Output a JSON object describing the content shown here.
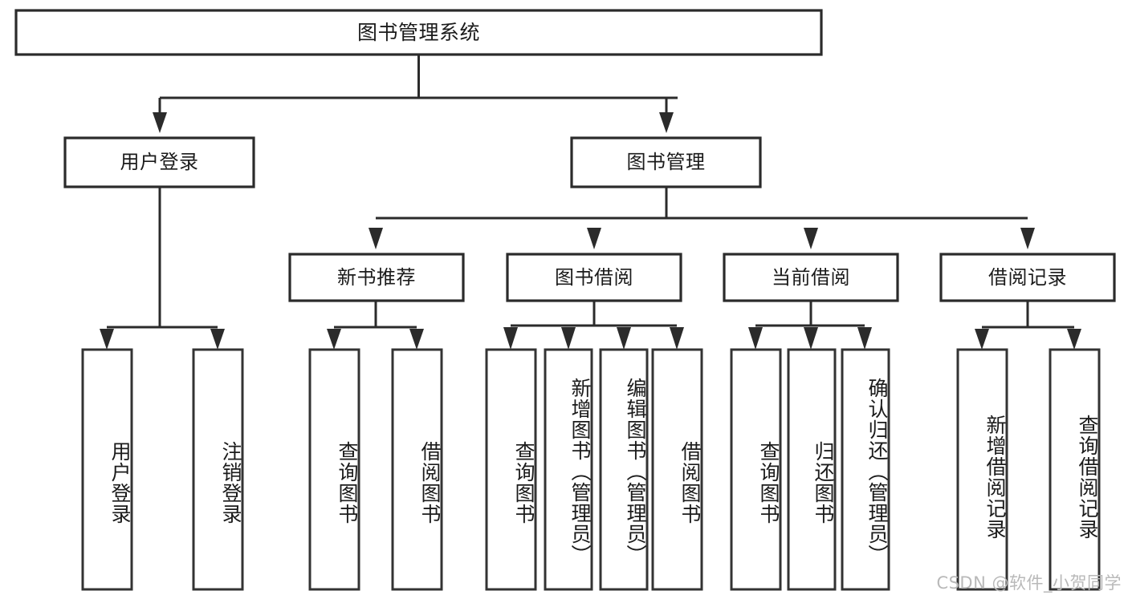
{
  "diagram": {
    "title": "图书管理系统",
    "type": "tree-hierarchy",
    "watermark": "CSDN @软件_小贺同学",
    "colors": {
      "box_stroke": "#2b2b2b",
      "box_fill": "#ffffff",
      "connector": "#2b2b2b",
      "text": "#1b1b1b",
      "watermark": "#b9b9b9",
      "background": "#ffffff"
    },
    "root": {
      "label": "图书管理系统",
      "orientation": "horizontal"
    },
    "level2": [
      {
        "label": "用户登录",
        "orientation": "horizontal"
      },
      {
        "label": "图书管理",
        "orientation": "horizontal"
      }
    ],
    "level3": [
      {
        "label": "新书推荐",
        "orientation": "horizontal",
        "parent": "图书管理"
      },
      {
        "label": "图书借阅",
        "orientation": "horizontal",
        "parent": "图书管理"
      },
      {
        "label": "当前借阅",
        "orientation": "horizontal",
        "parent": "图书管理"
      },
      {
        "label": "借阅记录",
        "orientation": "horizontal",
        "parent": "图书管理"
      }
    ],
    "leaves": {
      "用户登录": [
        {
          "label": "用户登录",
          "orientation": "vertical"
        },
        {
          "label": "注销登录",
          "orientation": "vertical"
        }
      ],
      "新书推荐": [
        {
          "label": "查询图书",
          "orientation": "vertical"
        },
        {
          "label": "借阅图书",
          "orientation": "vertical"
        }
      ],
      "图书借阅": [
        {
          "label": "查询图书",
          "orientation": "vertical"
        },
        {
          "label": "新增图书（管理员）",
          "orientation": "vertical"
        },
        {
          "label": "编辑图书（管理员）",
          "orientation": "vertical"
        },
        {
          "label": "借阅图书",
          "orientation": "vertical"
        }
      ],
      "当前借阅": [
        {
          "label": "查询图书",
          "orientation": "vertical"
        },
        {
          "label": "归还图书",
          "orientation": "vertical"
        },
        {
          "label": "确认归还（管理员）",
          "orientation": "vertical"
        }
      ],
      "借阅记录": [
        {
          "label": "新增借阅记录",
          "orientation": "vertical"
        },
        {
          "label": "查询借阅记录",
          "orientation": "vertical"
        }
      ]
    },
    "leaf_labels_flat": [
      "用户登录",
      "注销登录",
      "查询图书",
      "借阅图书",
      "查询图书",
      "新增图书（管理员）",
      "编辑图书（管理员）",
      "借阅图书",
      "查询图书",
      "归还图书",
      "确认归还（管理员）",
      "新增借阅记录",
      "查询借阅记录"
    ]
  }
}
